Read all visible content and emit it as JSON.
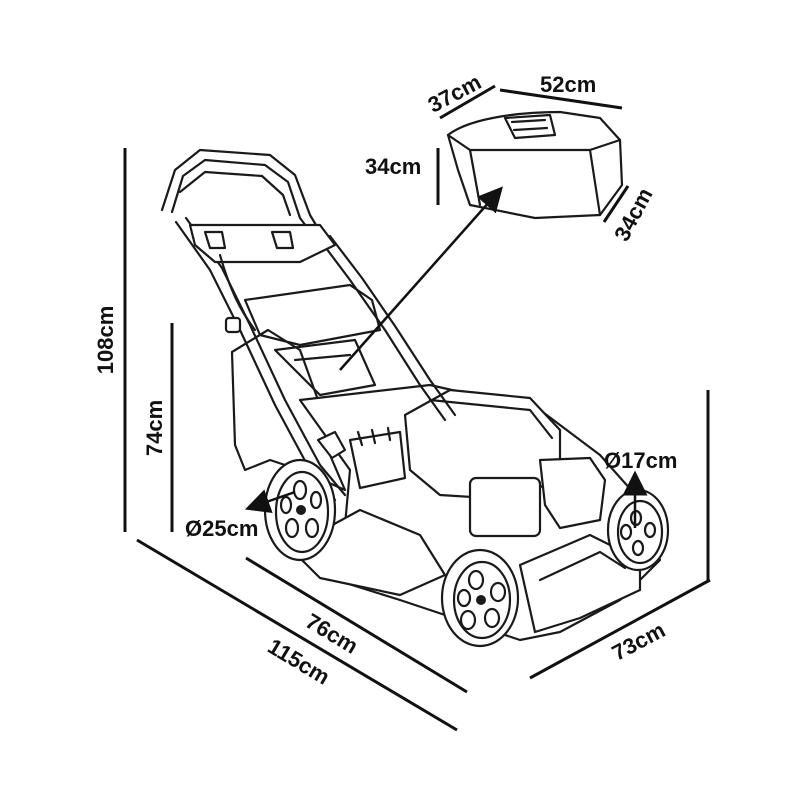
{
  "dimensions": {
    "total_height": "108cm",
    "deck_height": "74cm",
    "total_length": "115cm",
    "deck_length": "76cm",
    "width": "73cm",
    "rear_wheel_diameter": "Ø25cm",
    "front_wheel_diameter": "Ø17cm",
    "bag_height": "34cm",
    "bag_depth": "37cm",
    "bag_length": "52cm",
    "bag_width": "34cm"
  },
  "colors": {
    "ink": "#111111",
    "background": "#ffffff"
  }
}
